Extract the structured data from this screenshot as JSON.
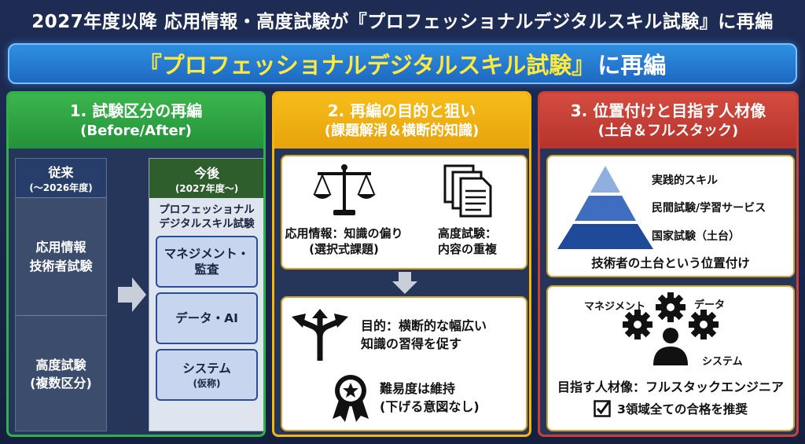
{
  "header": {
    "title": "2027年度以降 応用情報・高度試験が『プロフェッショナルデジタルスキル試験』に再編"
  },
  "banner": {
    "main": "『プロフェッショナルデジタルスキル試験』",
    "suffix": "に再編"
  },
  "panel1": {
    "title": "1. 試験区分の再編",
    "subtitle": "(Before/After)",
    "before": {
      "head": "従来",
      "head_sub": "(～2026年度)",
      "items": [
        {
          "line1": "応用情報",
          "line2": "技術者試験"
        },
        {
          "line1": "高度試験",
          "line2": "(複数区分)"
        }
      ]
    },
    "after": {
      "head": "今後",
      "head_sub": "(2027年度～)",
      "title_line1": "プロフェッショナル",
      "title_line2": "デジタルスキル試験",
      "items": [
        {
          "line1": "マネジメント・",
          "line2": "監査"
        },
        {
          "line1": "データ・AI",
          "line2": ""
        },
        {
          "line1": "システム",
          "line2": "(仮称)"
        }
      ]
    }
  },
  "panel2": {
    "title": "2. 再編の目的と狙い",
    "subtitle": "(課題解消＆横断的知識)",
    "issues": [
      {
        "icon": "balance-scale-icon",
        "line1": "応用情報：知識の偏り",
        "line2": "(選択式課題)"
      },
      {
        "icon": "documents-icon",
        "line1": "高度試験：",
        "line2": "内容の重複"
      }
    ],
    "purpose": {
      "icon": "branching-arrows-icon",
      "line1": "目的：横断的な幅広い",
      "line2": "知識の習得を促す"
    },
    "difficulty": {
      "icon": "award-badge-icon",
      "line1": "難易度は維持",
      "line2": "(下げる意図なし)"
    }
  },
  "panel3": {
    "title": "3. 位置付けと目指す人材像",
    "subtitle": "(土台＆フルスタック)",
    "pyramid": {
      "levels": [
        "実践的スキル",
        "民間試験/学習サービス",
        "国家試験（土台）"
      ],
      "colors": [
        "#8fb0df",
        "#3f6ec0",
        "#1f4a9a"
      ],
      "caption": "技術者の土台という位置付け"
    },
    "target": {
      "labels": [
        "マネジメント",
        "データ",
        "システム"
      ],
      "line1": "目指す人材像：フルスタックエンジニア",
      "line2": "3領域全ての合格を推奨"
    }
  },
  "colors": {
    "panel1_accent": "#2fb04a",
    "panel2_accent": "#f3b512",
    "panel3_accent": "#c9403a",
    "banner_text": "#ffe93b"
  }
}
